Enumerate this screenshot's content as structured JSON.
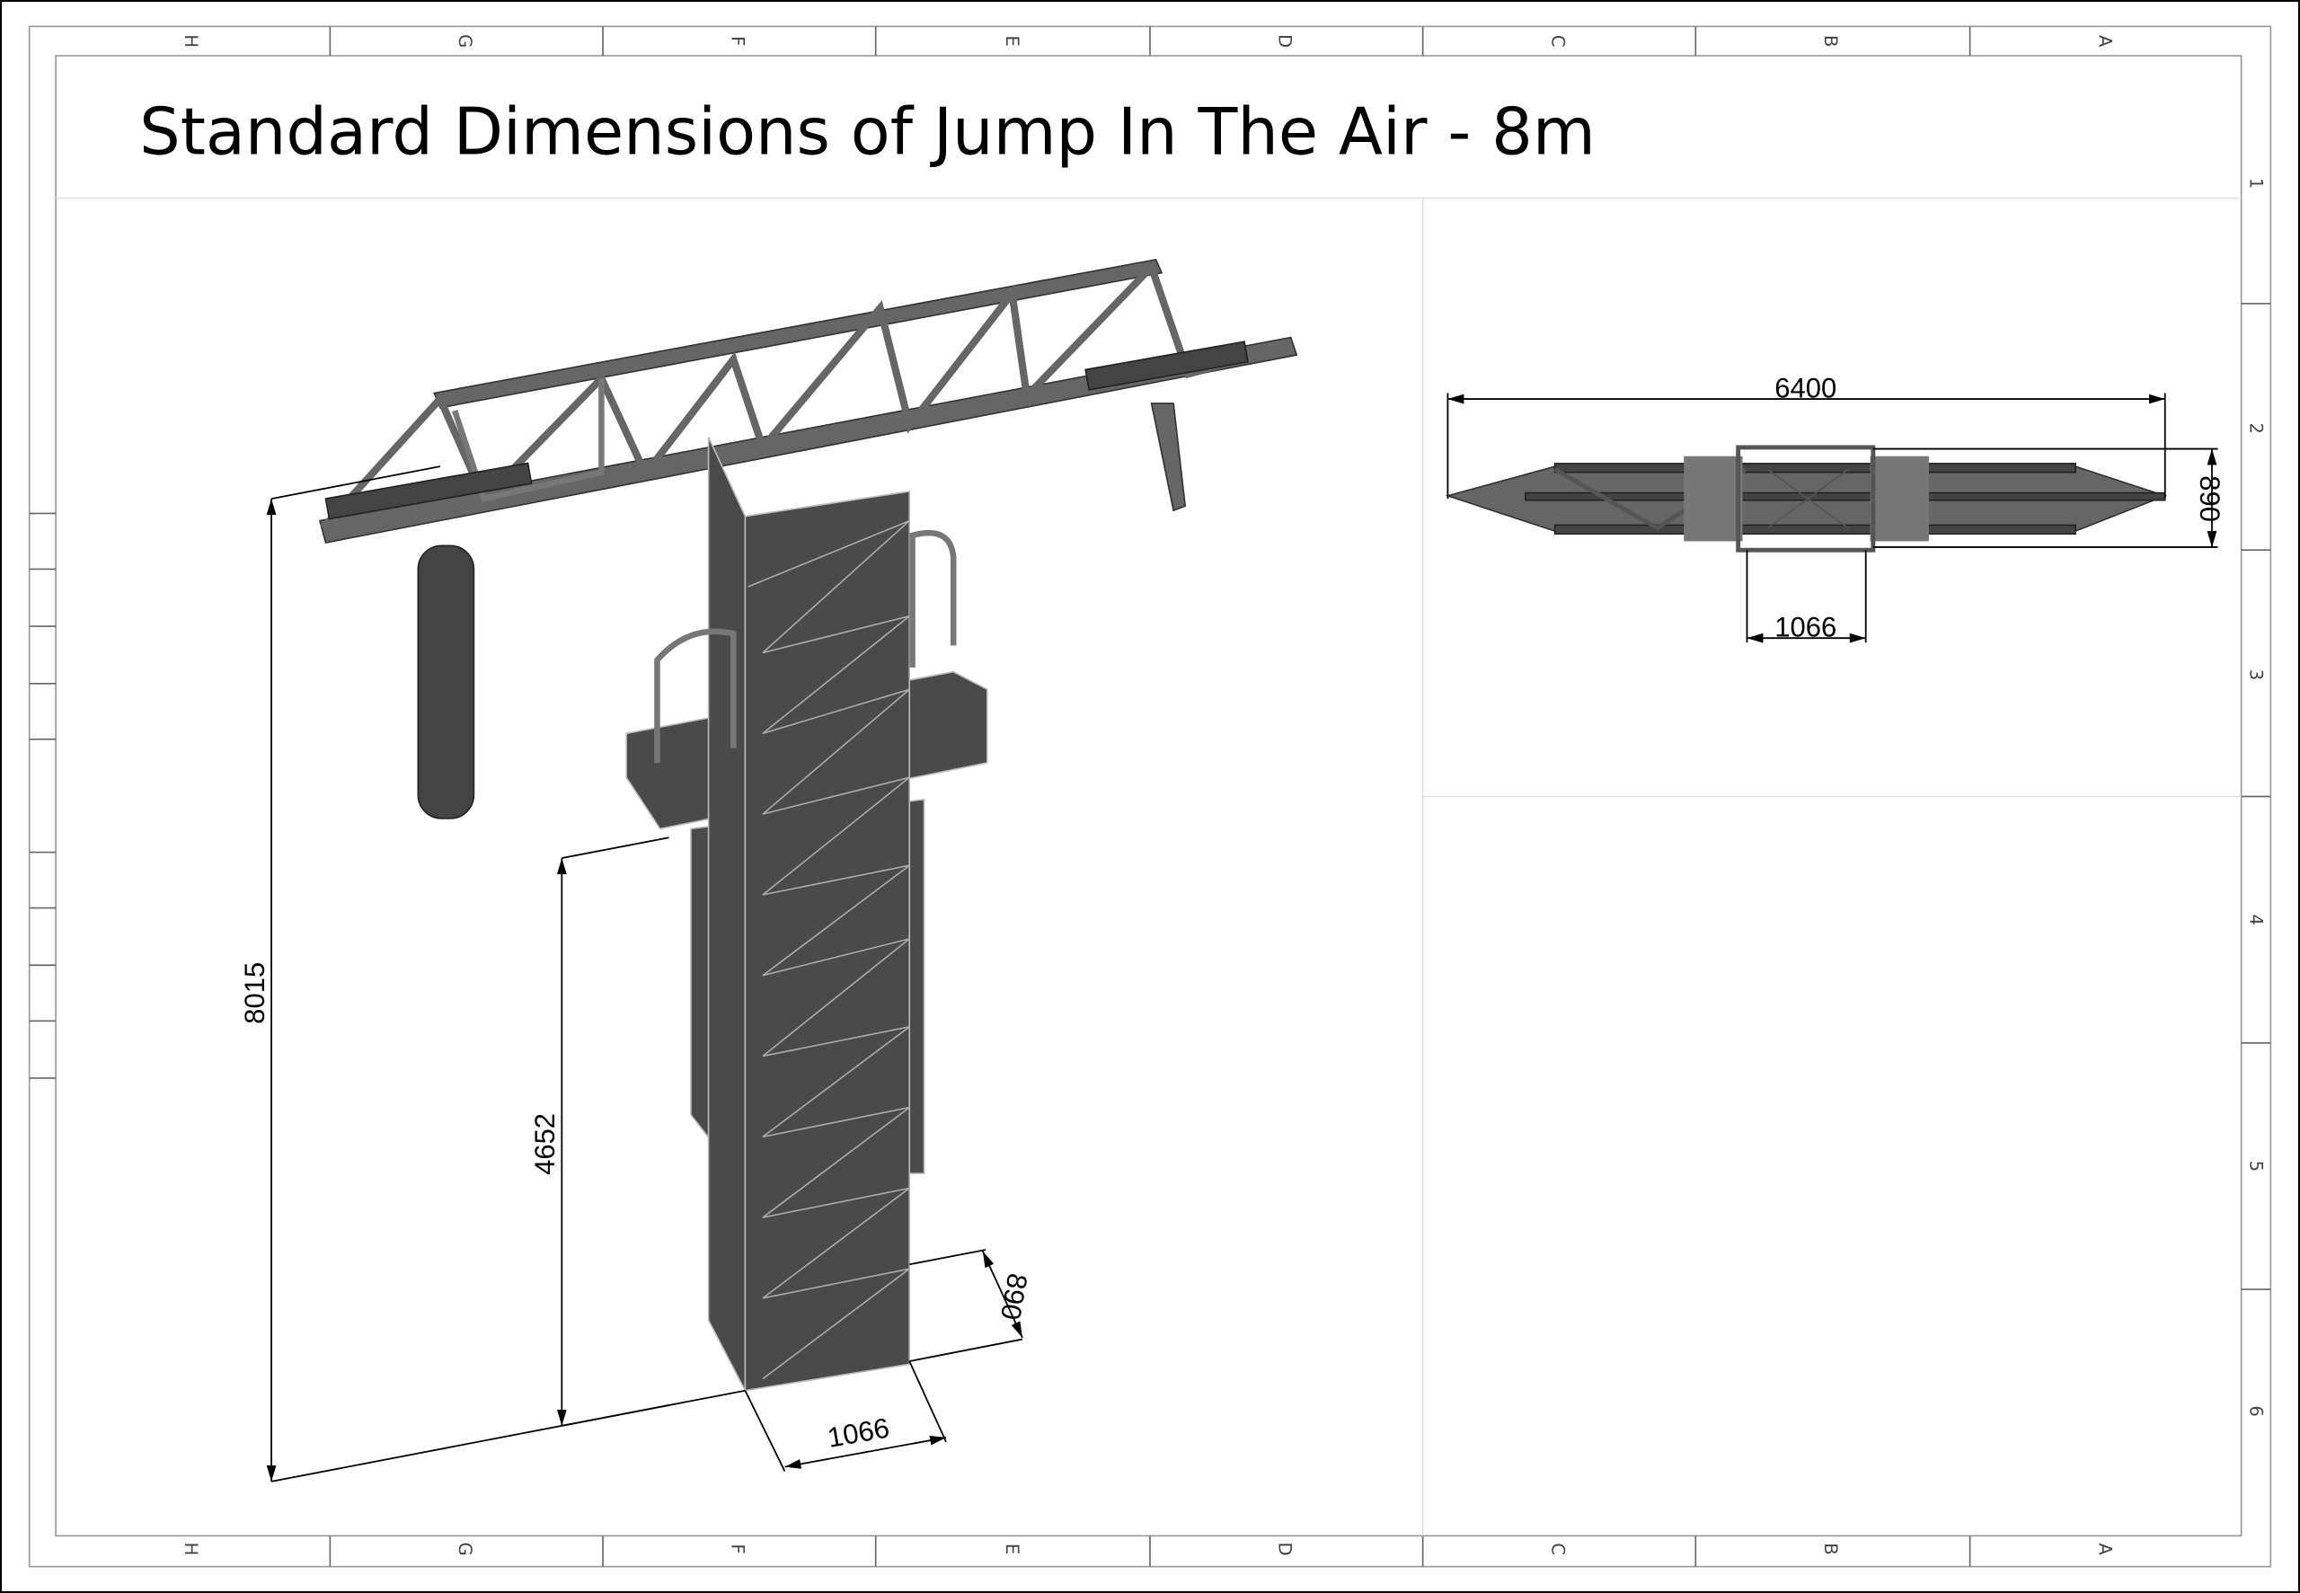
{
  "title": "Standard Dimensions of Jump In The Air - 8m",
  "columns": [
    "H",
    "G",
    "F",
    "E",
    "D",
    "C",
    "B",
    "A"
  ],
  "rows": [
    "1",
    "2",
    "3",
    "4",
    "5",
    "6"
  ],
  "iso_view": {
    "height_total": "8015",
    "platform_height": "4652",
    "depth": "890",
    "width": "1066"
  },
  "top_view": {
    "length": "6400",
    "depth": "890",
    "width": "1066"
  },
  "colors": {
    "structure": "#555555",
    "line": "#000000",
    "frame": "#999999"
  }
}
